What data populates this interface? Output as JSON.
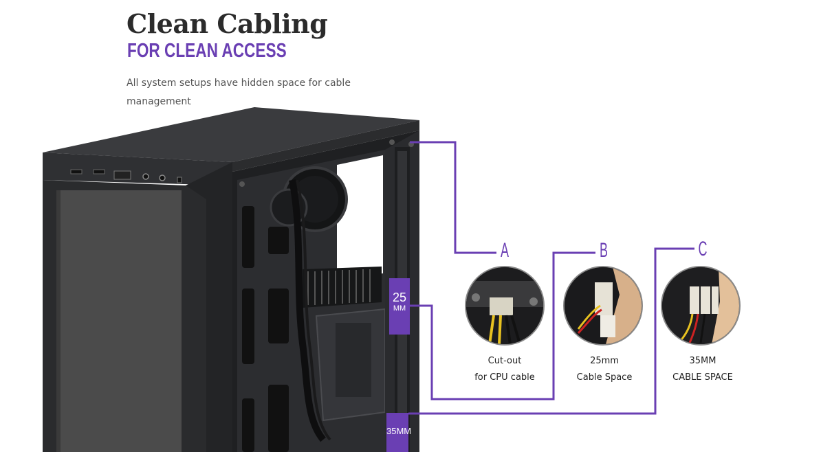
{
  "header": {
    "title": "Clean Cabling",
    "subtitle": "FOR CLEAN ACCESS",
    "description": "All system setups have hidden space for cable management"
  },
  "callouts": [
    {
      "letter": "A",
      "line1": "Cut-out",
      "line2": "for CPU cable"
    },
    {
      "letter": "B",
      "line1": "25mm",
      "line2": "Cable Space"
    },
    {
      "letter": "C",
      "line1": "35MM",
      "line2": "CABLE SPACE"
    }
  ],
  "tags": {
    "tag25_num": "25",
    "tag25_unit": "MM",
    "tag35": "35MM"
  },
  "colors": {
    "accent": "#6a3fb3",
    "case": "#2e2f31",
    "text": "#2b2b2b"
  }
}
